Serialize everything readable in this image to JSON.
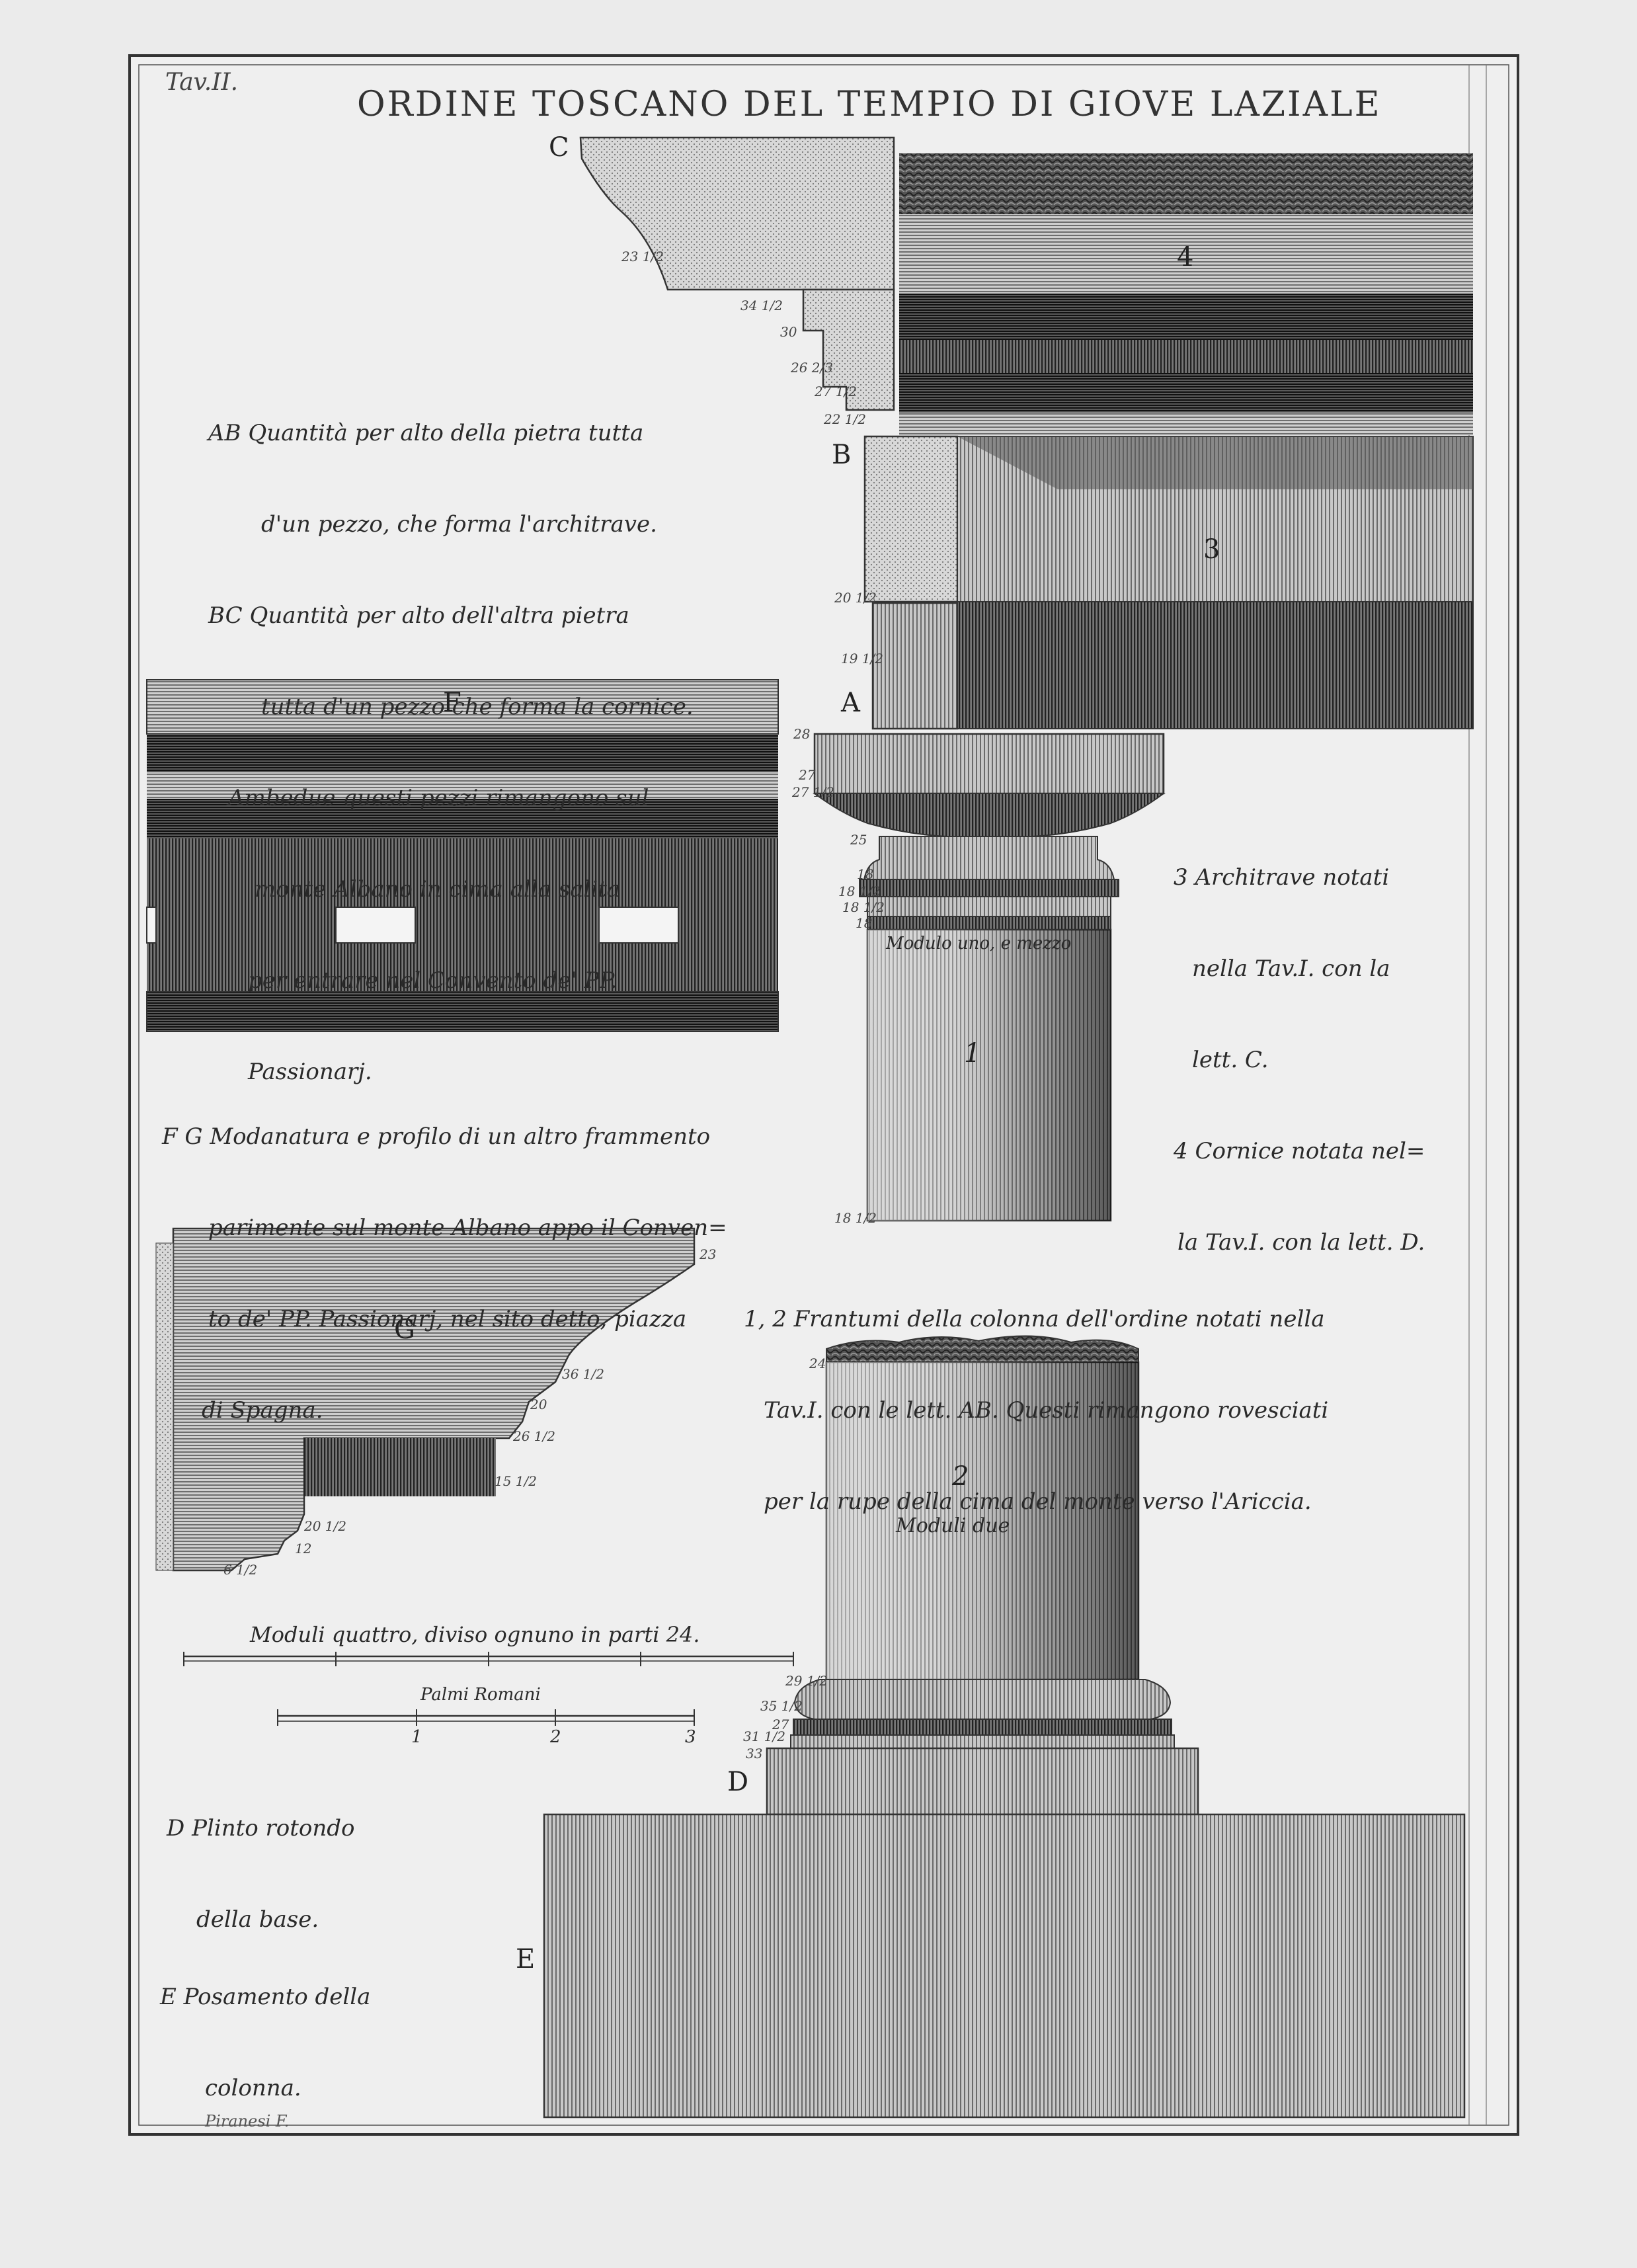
{
  "plate": {
    "number": "Tav.II.",
    "title": "ORDINE TOSCANO DEL TEMPIO DI GIOVE LAZIALE",
    "signature": "Piranesi F."
  },
  "captions": {
    "ab_bc": [
      "AB Quantità per alto della pietra tutta",
      "d'un pezzo, che forma l'architrave.",
      "BC Quantità per alto dell'altra pietra",
      "tutta d'un pezzo che forma la cornice.",
      "Ambedue questi pezzi rimangono sul",
      "monte Albano in cima alla salita",
      "per entrare nel Convento de' PP.",
      "Passionarj."
    ],
    "architrave_cornice": [
      "3 Architrave notati",
      "nella Tav.I. con la",
      "lett. C.",
      "4 Cornice notata nel=",
      "la Tav.I. con la lett. D."
    ],
    "fg": [
      "F G Modanatura e profilo di un altro frammento",
      "parimente sul monte Albano appo il Conven=",
      "to de' PP. Passionarj, nel sito detto, piazza",
      "di Spagna."
    ],
    "fragments": [
      "1, 2 Frantumi della colonna dell'ordine notati nella",
      "Tav.I. con le lett. AB. Questi rimangono rovesciati",
      "per la rupe della cima del monte verso l'Ariccia."
    ],
    "plinth": [
      "D Plinto rotondo",
      "della base."
    ],
    "pedestal": [
      "E Posamento della",
      "colonna."
    ]
  },
  "letters": {
    "A": "A",
    "B": "B",
    "C": "C",
    "D": "D",
    "E": "E",
    "F": "F",
    "G": "G",
    "one": "1",
    "two": "2",
    "three": "3",
    "four": "4"
  },
  "column_text": {
    "modulo_uno": "Modulo uno, e mezzo",
    "moduli_due": "Moduli due"
  },
  "scales": {
    "moduli_caption": "Moduli quattro, diviso ognuno in parti 24.",
    "palmi_caption": "Palmi Romani",
    "palmi_ticks": [
      "1",
      "2",
      "3"
    ]
  },
  "dimensions": {
    "cornice": [
      "23 1/2",
      "34 1/2",
      "30",
      "26 2/3",
      "27 1/2",
      "22 1/2"
    ],
    "architrave": [
      "20 1/2",
      "19 1/2",
      "28"
    ],
    "capital": [
      "27",
      "27 1/2",
      "25",
      "18",
      "18 1/2",
      "18 1/2",
      "18"
    ],
    "shaft_bottom": "18 1/2",
    "profile_g": [
      "23",
      "36 1/2",
      "20",
      "26 1/2",
      "15 1/2",
      "20 1/2",
      "12",
      "6 1/2"
    ],
    "base": [
      "24",
      "29 1/2",
      "35 1/2",
      "27",
      "31 1/2",
      "33"
    ]
  },
  "colors": {
    "paper": "#ebebeb",
    "ink": "#222222",
    "frame": "#333333"
  }
}
